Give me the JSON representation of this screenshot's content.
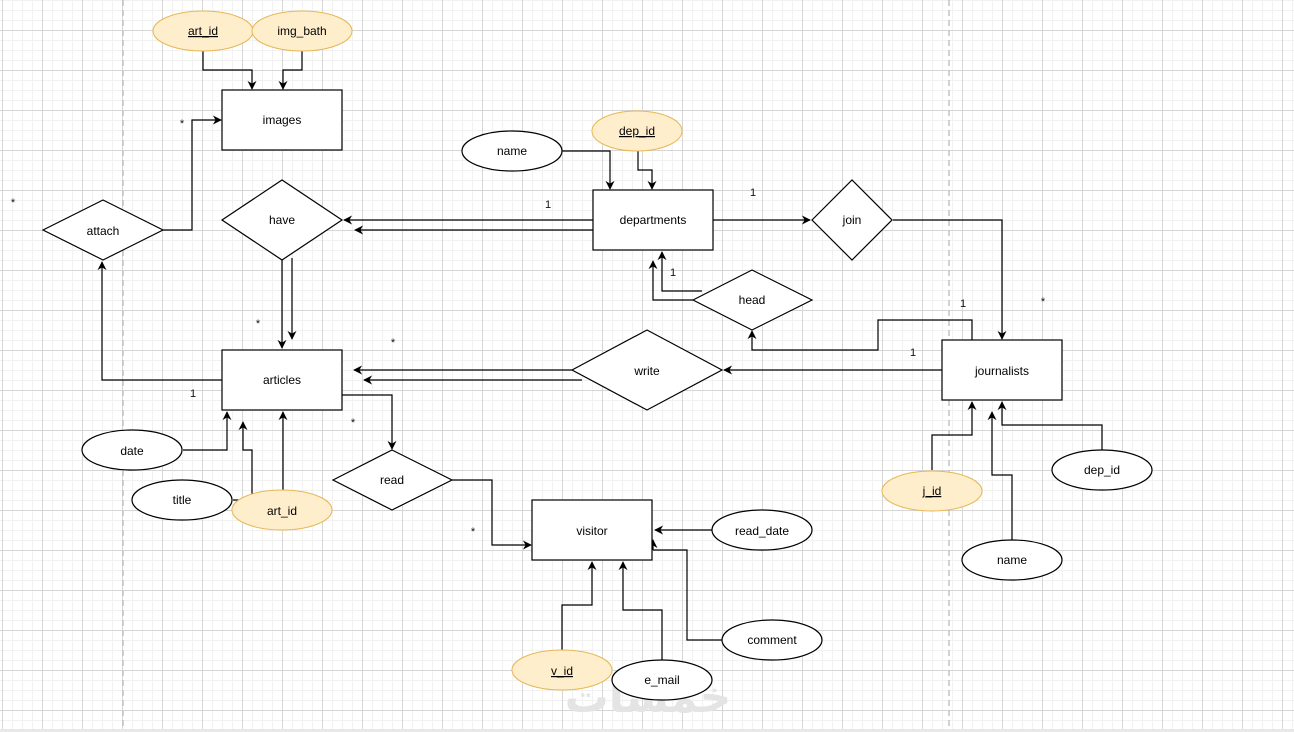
{
  "diagram": {
    "title": "ER diagram",
    "entities": [
      {
        "id": "images",
        "label": "images"
      },
      {
        "id": "departments",
        "label": "departments"
      },
      {
        "id": "articles",
        "label": "articles"
      },
      {
        "id": "journalists",
        "label": "journalists"
      },
      {
        "id": "visitor",
        "label": "visitor"
      }
    ],
    "relationships": [
      {
        "id": "attach",
        "label": "attach"
      },
      {
        "id": "have",
        "label": "have"
      },
      {
        "id": "join",
        "label": "join"
      },
      {
        "id": "head",
        "label": "head"
      },
      {
        "id": "write",
        "label": "write"
      },
      {
        "id": "read",
        "label": "read"
      }
    ],
    "attributes": [
      {
        "id": "images-art-id",
        "label": "art_id",
        "key": true,
        "entity": "images"
      },
      {
        "id": "images-img-bath",
        "label": "img_bath",
        "key": false,
        "entity": "images"
      },
      {
        "id": "departments-name",
        "label": "name",
        "key": false,
        "entity": "departments"
      },
      {
        "id": "departments-dep-id",
        "label": "dep_id",
        "key": true,
        "entity": "departments"
      },
      {
        "id": "articles-date",
        "label": "date",
        "key": false,
        "entity": "articles"
      },
      {
        "id": "articles-title",
        "label": "title",
        "key": false,
        "entity": "articles"
      },
      {
        "id": "articles-art-id",
        "label": "art_id",
        "key": false,
        "entity": "articles"
      },
      {
        "id": "journalists-j-id",
        "label": "j_id",
        "key": true,
        "entity": "journalists"
      },
      {
        "id": "journalists-dep-id",
        "label": "dep_id",
        "key": false,
        "entity": "journalists"
      },
      {
        "id": "journalists-name",
        "label": "name",
        "key": false,
        "entity": "journalists"
      },
      {
        "id": "visitor-read-date",
        "label": "read_date",
        "key": false,
        "entity": "visitor"
      },
      {
        "id": "visitor-comment",
        "label": "comment",
        "key": false,
        "entity": "visitor"
      },
      {
        "id": "visitor-v-id",
        "label": "v_id",
        "key": true,
        "entity": "visitor"
      },
      {
        "id": "visitor-e-mail",
        "label": "e_mail",
        "key": false,
        "entity": "visitor"
      }
    ],
    "cardinalities": [
      {
        "id": "images-attach",
        "label": "*"
      },
      {
        "id": "far-left",
        "label": "*"
      },
      {
        "id": "departments-have",
        "label": "1"
      },
      {
        "id": "departments-join",
        "label": "1"
      },
      {
        "id": "head-departments",
        "label": "1"
      },
      {
        "id": "articles-have",
        "label": "*"
      },
      {
        "id": "articles-write",
        "label": "*"
      },
      {
        "id": "articles-attach",
        "label": "1"
      },
      {
        "id": "articles-read",
        "label": "*"
      },
      {
        "id": "visitor-read",
        "label": "*"
      },
      {
        "id": "journalists-head",
        "label": "1"
      },
      {
        "id": "journalists-join",
        "label": "*"
      },
      {
        "id": "journalists-write",
        "label": "1"
      }
    ],
    "watermark": "خمسات"
  },
  "colors": {
    "key_attribute_fill": "#ffeecc",
    "key_attribute_stroke": "#e6b756",
    "line": "#000000",
    "grid_major": "#d6d6d6",
    "grid_minor": "#f1f1f1"
  }
}
